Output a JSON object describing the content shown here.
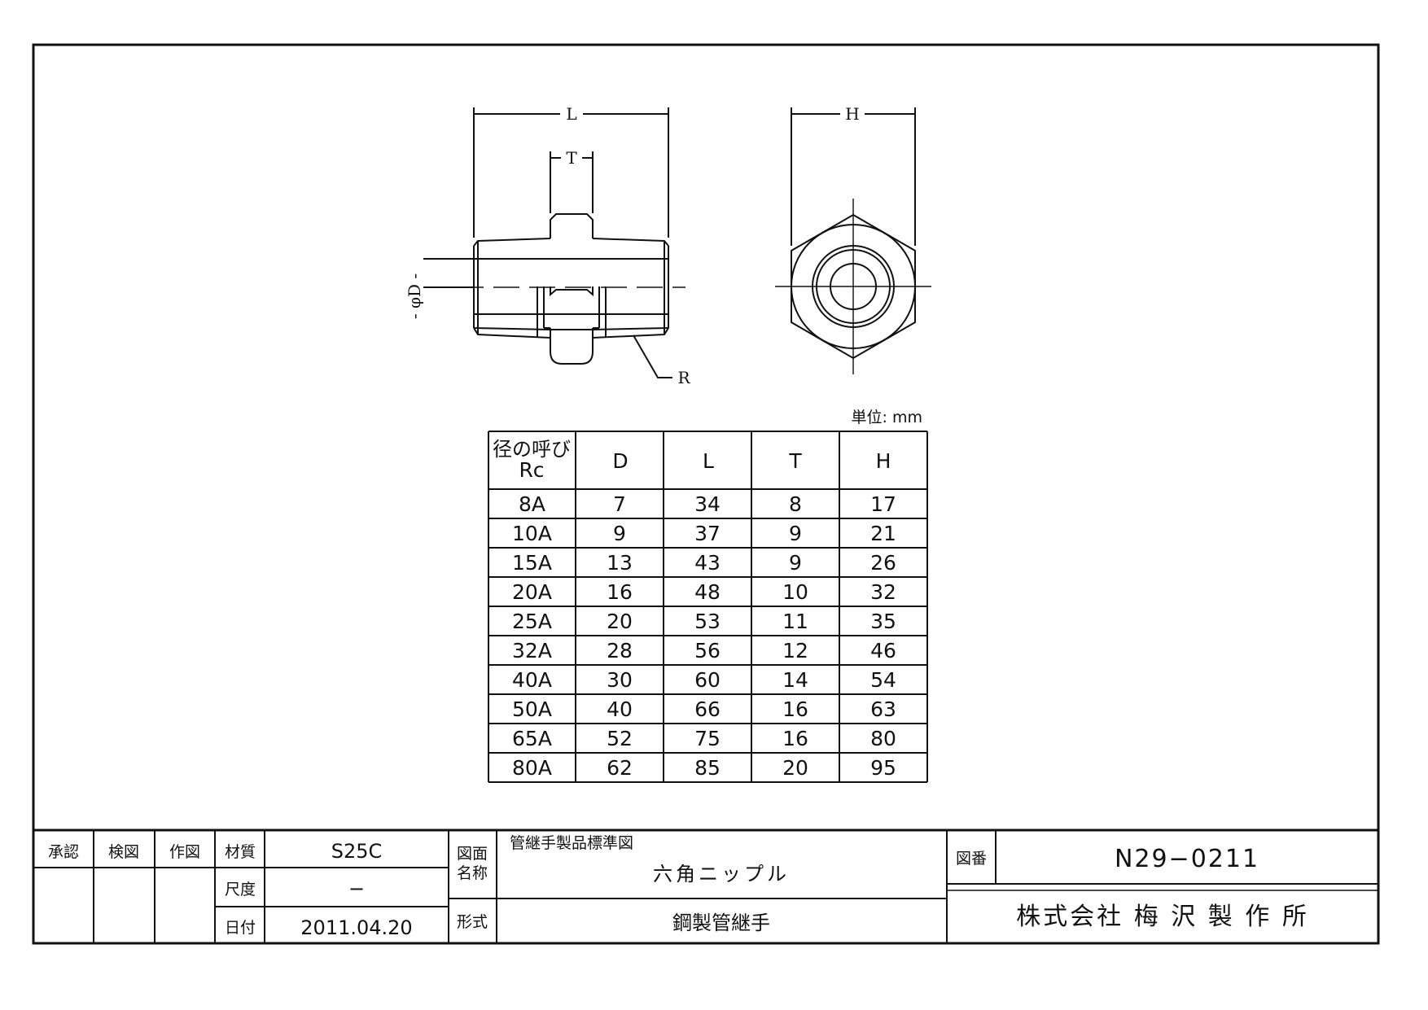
{
  "drawing": {
    "dim_L": "L",
    "dim_T": "T",
    "dim_H": "H",
    "dim_D": "- φD -",
    "dim_R": "R"
  },
  "table": {
    "unit": "単位: mm",
    "header": {
      "size_line1": "径の呼び",
      "size_line2": "Rc",
      "D": "D",
      "L": "L",
      "T": "T",
      "H": "H"
    },
    "rows": [
      [
        "8A",
        "7",
        "34",
        "8",
        "17"
      ],
      [
        "10A",
        "9",
        "37",
        "9",
        "21"
      ],
      [
        "15A",
        "13",
        "43",
        "9",
        "26"
      ],
      [
        "20A",
        "16",
        "48",
        "10",
        "32"
      ],
      [
        "25A",
        "20",
        "53",
        "11",
        "35"
      ],
      [
        "32A",
        "28",
        "56",
        "12",
        "46"
      ],
      [
        "40A",
        "30",
        "60",
        "14",
        "54"
      ],
      [
        "50A",
        "40",
        "66",
        "16",
        "63"
      ],
      [
        "65A",
        "52",
        "75",
        "16",
        "80"
      ],
      [
        "80A",
        "62",
        "85",
        "20",
        "95"
      ]
    ]
  },
  "title_block": {
    "approval": "承認",
    "check": "検図",
    "drawn": "作図",
    "material_label": "材質",
    "material_value": "S25C",
    "scale_label": "尺度",
    "scale_value": "−",
    "date_label": "日付",
    "date_value": "2011.04.20",
    "drawing_name_label_1": "図面",
    "drawing_name_label_2": "名称",
    "series": "管継手製品標準図",
    "product_name": "六角ニップル",
    "type_label": "形式",
    "type_value": "鋼製管継手",
    "number_label": "図番",
    "number_value": "N29−0211",
    "company": "株式会社 梅 沢 製 作 所"
  }
}
